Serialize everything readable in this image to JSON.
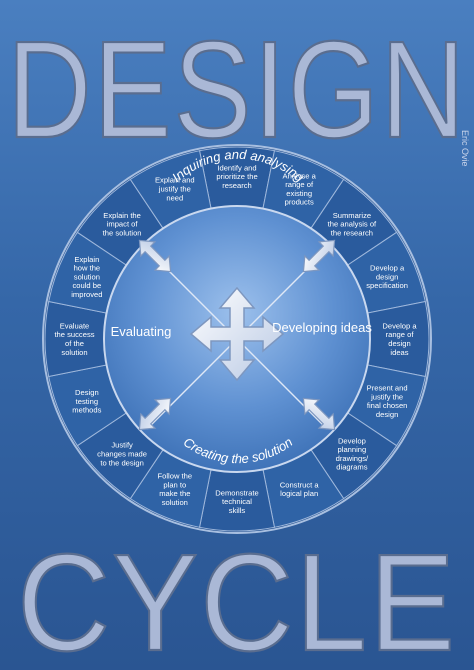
{
  "title_top": "DESIGN",
  "title_bottom": "CYCLE",
  "author": "Eric Ovie",
  "colors": {
    "background": "#3567a8",
    "ring_dark": "#1d4a86",
    "ring_light": "#5b8ed0",
    "center": "#6f9fd9",
    "arrow": "#e6eefa",
    "title_fill": "#aab8d6"
  },
  "phases": {
    "inquiring": "Inquiring and analysing",
    "developing": "Developing ideas",
    "creating": "Creating the solution",
    "evaluating": "Evaluating"
  },
  "segments": [
    {
      "lines": [
        "Identify and",
        "prioritize the",
        "research"
      ]
    },
    {
      "lines": [
        "Analyse a",
        "range of",
        "existing",
        "products"
      ]
    },
    {
      "lines": [
        "Summarize",
        "the analysis of",
        "the research"
      ]
    },
    {
      "lines": [
        "Develop a",
        "design",
        "specification"
      ]
    },
    {
      "lines": [
        "Develop a",
        "range of",
        "design",
        "ideas"
      ]
    },
    {
      "lines": [
        "Present and",
        "justify the",
        "final chosen",
        "design"
      ]
    },
    {
      "lines": [
        "Develop",
        "planning",
        "drawings/",
        "diagrams"
      ]
    },
    {
      "lines": [
        "Construct a",
        "logical plan"
      ]
    },
    {
      "lines": [
        "Demonstrate",
        "technical",
        "skills"
      ]
    },
    {
      "lines": [
        "Follow the",
        "plan to",
        "make the",
        "solution"
      ]
    },
    {
      "lines": [
        "Justify",
        "changes made",
        "to the design"
      ]
    },
    {
      "lines": [
        "Design",
        "testing",
        "methods"
      ]
    },
    {
      "lines": [
        "Evaluate",
        "the success",
        "of the",
        "solution"
      ]
    },
    {
      "lines": [
        "Explain",
        "how the",
        "solution",
        "could be",
        "improved"
      ]
    },
    {
      "lines": [
        "Explain the",
        "impact of",
        "the solution"
      ]
    },
    {
      "lines": [
        "Explain and",
        "justify the",
        "need"
      ]
    }
  ]
}
